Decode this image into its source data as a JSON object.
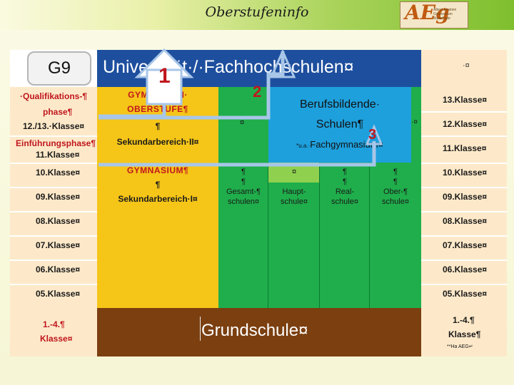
{
  "header": {
    "title": "Oberstufeninfo"
  },
  "logo": {
    "mark": "AE",
    "mark_hook": "g",
    "sub": "Albert Einstein Gymnasium Buxtehude"
  },
  "badge": {
    "label": "G9"
  },
  "top_banner": {
    "title": "Universität·/·Fachhochschulen¤",
    "right_marker": "·¤"
  },
  "left_labels": {
    "qualifikation_1": "·Qualifikations-¶",
    "qualifikation_2": "phase¶",
    "qualifikation_3": "12./13.·Klasse¤",
    "einfuehrung_1": "Einführungsphase¶",
    "einfuehrung_2": "11.Klasse¤",
    "grades": [
      "10.Klasse¤",
      "09.Klasse¤",
      "08.Klasse¤",
      "07.Klasse¤",
      "06.Klasse¤",
      "05.Klasse¤"
    ]
  },
  "right_labels": {
    "top": [
      "13.Klasse¤",
      "12.Klasse¤",
      "11.Klasse¤"
    ],
    "grades": [
      "10.Klasse¤",
      "09.Klasse¤",
      "08.Klasse¤",
      "07.Klasse¤",
      "06.Klasse¤",
      "05.Klasse¤"
    ]
  },
  "gymnasium_upper": {
    "head_1": "GYMNASIUM·",
    "head_2": "OBERSTUFE¶",
    "pilcrow": "¶",
    "label": "Sekundarbereich·II¤"
  },
  "gymnasium_lower": {
    "head": "GYMNASIUM¶",
    "pilcrow": "¶",
    "label": "Sekundarbereich·I¤"
  },
  "green_upper": {
    "marker": "¤"
  },
  "berufsbildende": {
    "line_1": "Berufsbildende·",
    "line_2": "Schulen¶",
    "line_3_prefix": "*u.a.·",
    "line_3": "Fachgymnasium¤",
    "side_marker": "·¤"
  },
  "small_columns": [
    {
      "line_1": "¶",
      "line_2": "¶",
      "line_3": "Gesamt-¶",
      "line_4": "schulen¤"
    },
    {
      "line_1": "¤",
      "line_2": "Haupt-",
      "line_3": "schule¤"
    },
    {
      "line_1": "¶",
      "line_2": "¶",
      "line_3": "Real-",
      "line_4": "schule¤"
    },
    {
      "line_1": "¶",
      "line_2": "¶",
      "line_3": "Ober-¶",
      "line_4": "schule¤"
    }
  ],
  "grundschule": {
    "left_1": "1.-4.¶",
    "left_2": "Klasse¤",
    "center": "Grundschule¤",
    "right_1": "1.-4.¶",
    "right_2": "Klasse¶",
    "credit": "**Ha AEG↵"
  },
  "callouts": {
    "one": "1",
    "two": "2",
    "three": "3"
  },
  "colors": {
    "grade_bg": "#fde9c9",
    "blue_banner": "#1e4f9e",
    "gym_yellow": "#f5c518",
    "green": "#1fae4b",
    "light_green": "#8fd14f",
    "sky_blue": "#1ea0dd",
    "brown": "#7b3f10",
    "route_arrow": "#a8c6e8"
  }
}
